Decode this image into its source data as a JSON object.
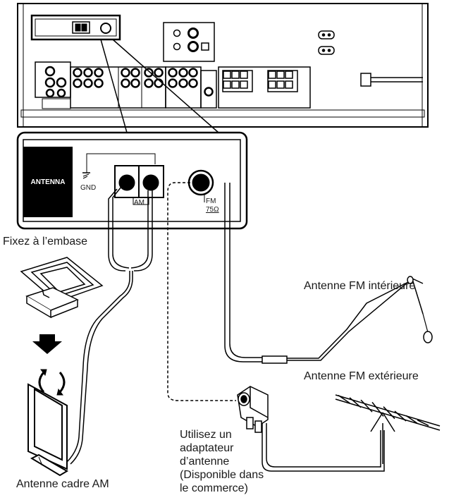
{
  "panel": {
    "antenna_label": "ANTENNA",
    "gnd_label": "GND",
    "am_label": "AM",
    "fm_label": "FM",
    "fm_ohm": "75Ω"
  },
  "labels": {
    "fix_base": "Fixez à l’embase",
    "fm_indoor": "Antenne FM intérieure",
    "fm_outdoor": "Antenne FM extérieure",
    "am_loop": "Antenne cadre AM",
    "adapter": [
      "Utilisez un",
      "adaptateur",
      "d’antenne",
      "(Disponible dans",
      "le commerce)"
    ]
  }
}
